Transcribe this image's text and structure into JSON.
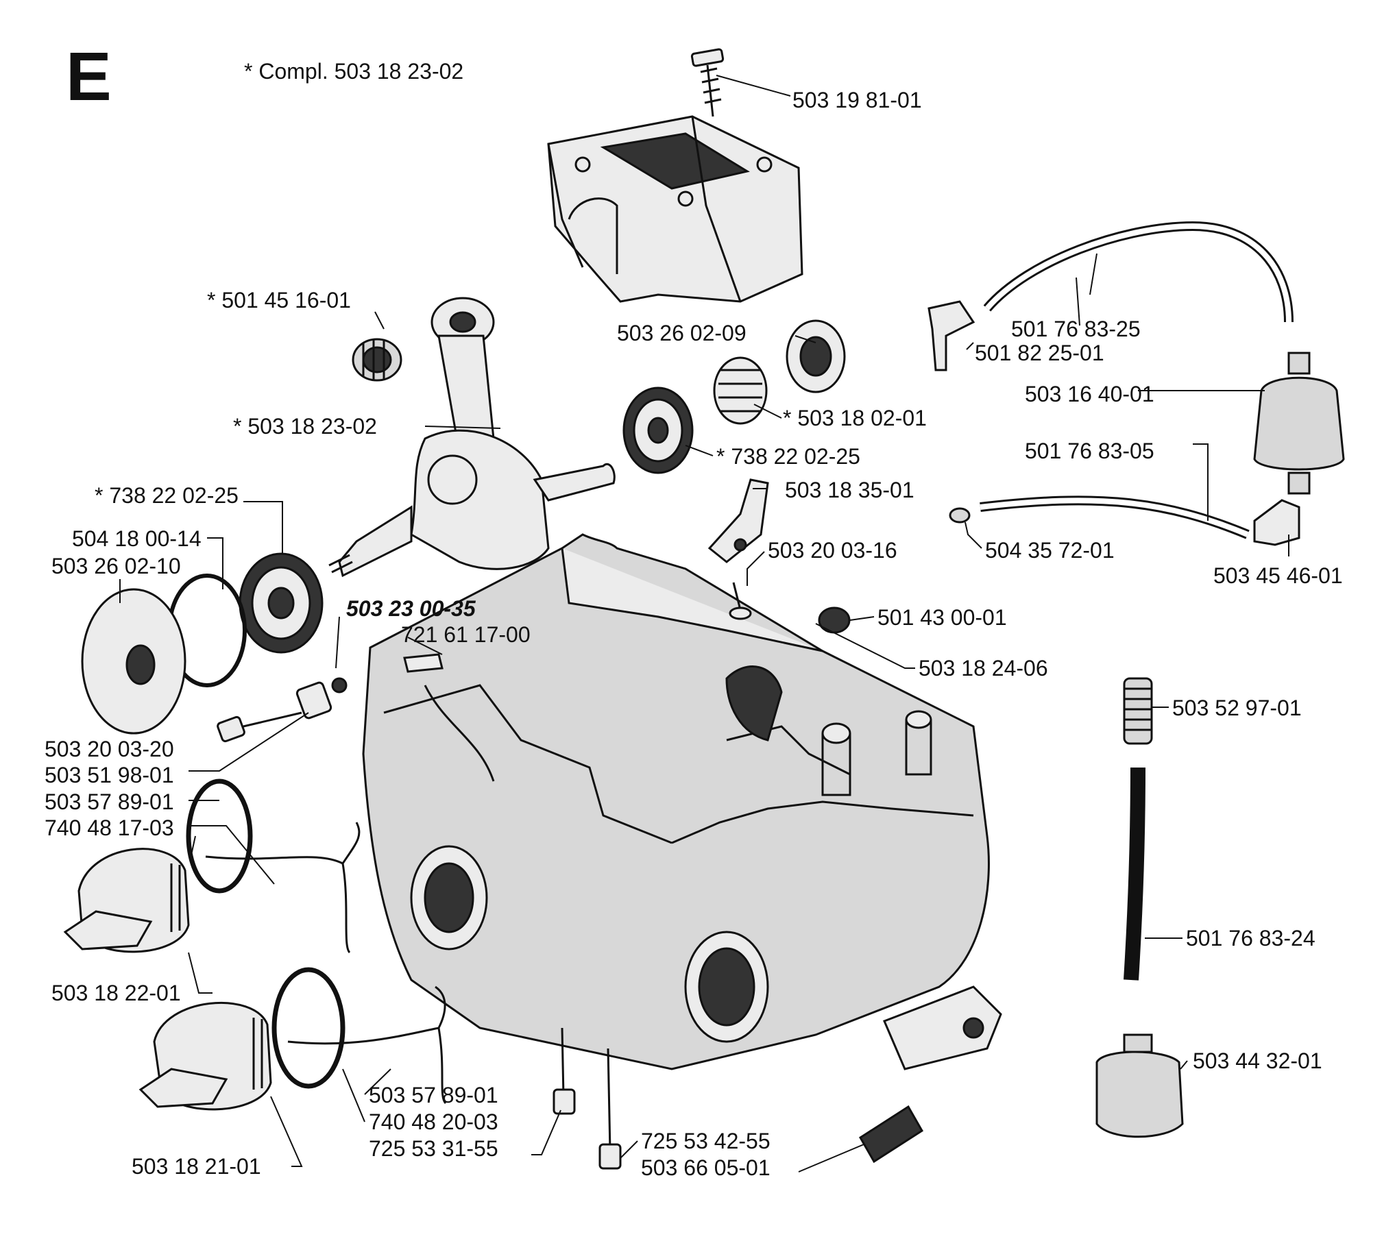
{
  "section_letter": "E",
  "compl_note": "* Compl. 503 18 23-02",
  "labels": {
    "screw_top": "503 19 81-01",
    "bearing_small": "* 501 45 16-01",
    "seal_503_26_02_09": "503 26 02-09",
    "hose_501_76_83_25": "501 76 83-25",
    "nipple_501_82_25_01": "501 82 25-01",
    "filter_503_16_40_01": "503 16 40-01",
    "crank_503_18_23_02": "* 503 18 23-02",
    "sleeve_503_18_02_01": "* 503 18 02-01",
    "bearing_738_22_02_25_r": "* 738 22 02-25",
    "hose_501_76_83_05": "501 76 83-05",
    "bearing_738_22_02_25_l": "* 738 22 02-25",
    "clamp_503_18_35_01": "503 18 35-01",
    "ring_504_18_00_14": "504 18 00-14",
    "washer_503_26_02_10": "503 26 02-10",
    "screw_503_20_03_16": "503 20 03-16",
    "plug_504_35_72_01": "504 35 72-01",
    "elbow_503_45_46_01": "503 45 46-01",
    "crankcase_503_23_00_35": "503 23 00-35",
    "grommet_501_43_00_01": "501 43 00-01",
    "pin_721_61_17_00": "721 61 17-00",
    "case_503_18_24_06": "503 18 24-06",
    "spring_503_52_97_01": "503 52 97-01",
    "screw_503_20_03_20": "503 20 03-20",
    "sleeve_503_51_98_01": "503 51 98-01",
    "strap_503_57_89_01_a": "503 57 89-01",
    "oring_740_48_17_03": "740 48 17-03",
    "hose_501_76_83_24": "501 76 83-24",
    "plug_503_18_22_01": "503 18 22-01",
    "filter_503_44_32_01": "503 44 32-01",
    "strap_503_57_89_01_b": "503 57 89-01",
    "oring_740_48_20_03": "740 48 20-03",
    "screw_725_53_31_55": "725 53 31-55",
    "screw_725_53_42_55": "725 53 42-55",
    "plug_503_18_21_01": "503 18 21-01",
    "sleeve_503_66_05_01": "503 66 05-01"
  }
}
